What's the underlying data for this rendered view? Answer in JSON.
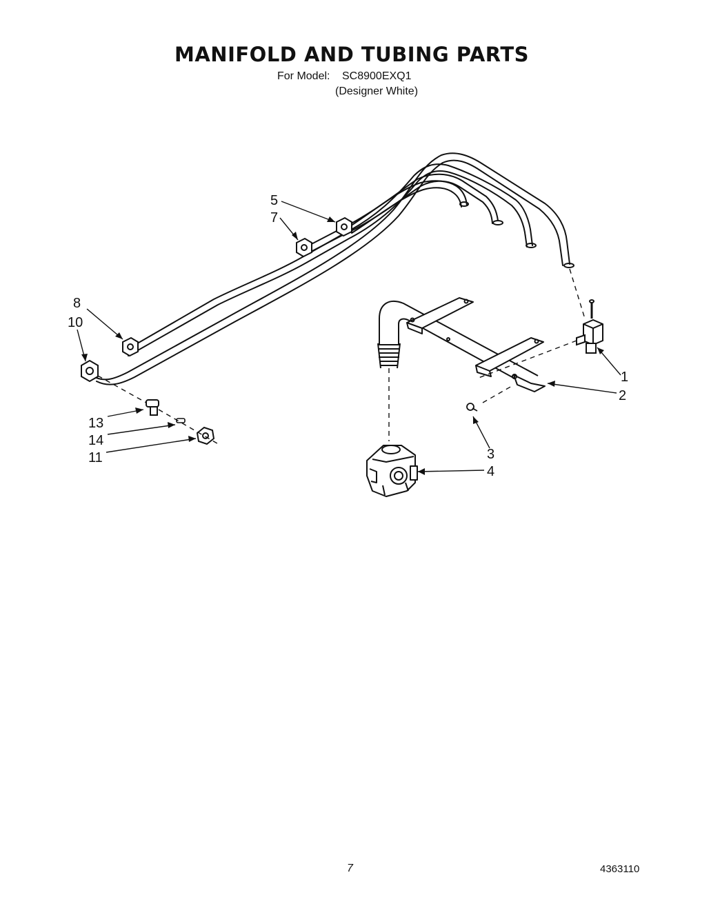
{
  "header": {
    "title": "MANIFOLD AND TUBING PARTS",
    "model_label": "For Model:",
    "model_number": "SC8900EXQ1",
    "finish": "(Designer White)"
  },
  "callouts": {
    "c1": "1",
    "c2": "2",
    "c3": "3",
    "c4": "4",
    "c5": "5",
    "c7": "7",
    "c8": "8",
    "c10": "10",
    "c11": "11",
    "c13": "13",
    "c14": "14"
  },
  "footer": {
    "page_number": "7",
    "doc_number": "4363110"
  }
}
